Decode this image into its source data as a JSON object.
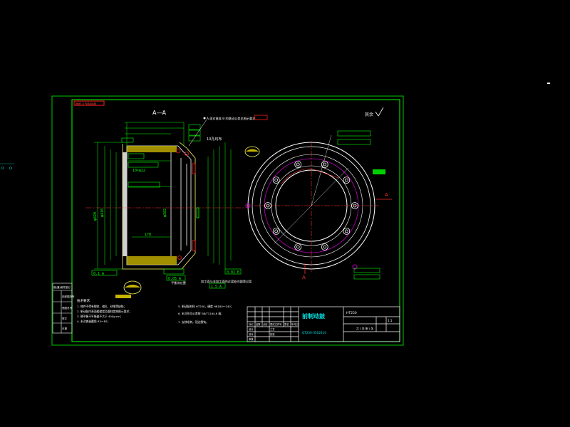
{
  "sheet": {
    "stamp": "图纸-5 型制动鼓",
    "section_label": "A—A",
    "view_a_left": "A",
    "view_a_bottom": "A",
    "roughness_note": "其余",
    "title_block": {
      "part_name": "前制动鼓",
      "drawing_number": "QT250-3502410",
      "material": "HT250",
      "scale": "1:1",
      "sheet": "共 1 张 第 1 张"
    },
    "revision_block": [
      "标记",
      "处数",
      "分区",
      "更改文件号",
      "签名",
      "年月日"
    ],
    "signatures": [
      "设计",
      "校对",
      "审核",
      "工艺",
      "批准"
    ],
    "left_table_title": "借(通)用件登记",
    "left_table_rows": [
      "旧底图总号",
      "底图总号",
      "签字",
      "日期"
    ],
    "tech_requirements_title": "技术要求",
    "tech_requirements": [
      "1. 铸件不得有裂纹、缩孔、砂眼等缺陷；",
      "2. 制动鼓内表面粗糙度及圆柱度按图示要求；",
      "3. 静平衡不平衡量不大于 400g·cm；",
      "4. 未注铸造圆角 R3～R5；"
    ],
    "tech_requirements_right": [
      "5. 制动鼓材料 HT250，硬度 HB180～240；",
      "6. 未注形位公差按 GB/T1184-K 级；",
      "7. 去除毛刺，锐边倒钝。"
    ],
    "annotations": {
      "hole_note": "10孔均布",
      "top_note": "A 面对基准 B 的跳动公差见图示要求",
      "bottom_note": "加工面与非加工面的过渡处应圆滑过渡",
      "balance_note": "平衡块位置",
      "tol_1": "0.1 A",
      "tol_2": "0.05 A",
      "tol_3": "0.02 B",
      "tol_4": "1.5 A",
      "dim_1": "φ420",
      "dim_2": "φ410",
      "dim_3": "φ282",
      "dim_4": "178",
      "dim_5": "10×φ22"
    }
  }
}
